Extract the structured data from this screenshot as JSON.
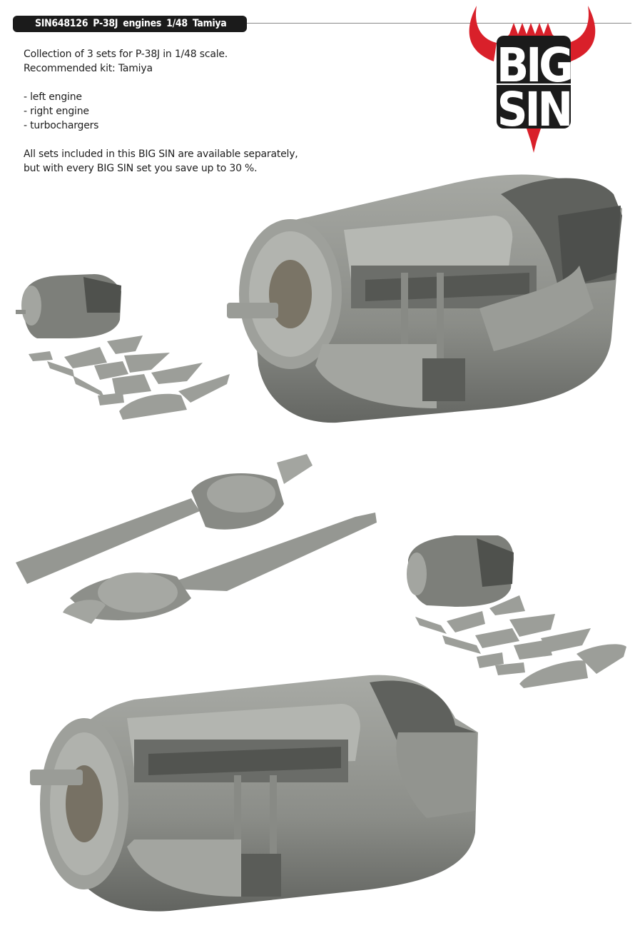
{
  "header": {
    "title": "SIN648126  P-38J engines  1/48  Tamiya",
    "code": "SIN648126",
    "product": "P-38J engines",
    "scale": "1/48",
    "kit": "Tamiya"
  },
  "description": {
    "intro_line1": "Collection of  3 sets for P-38J in 1/48 scale.",
    "intro_line2": "Recommended kit: Tamiya",
    "items": [
      "- left engine",
      "- right engine",
      "- turbochargers"
    ],
    "note_line1": "All sets included in this BIG SIN are available separately,",
    "note_line2": "but with every BIG SIN set you save up to 30 %."
  },
  "logo": {
    "text_top": "BIG",
    "text_bottom": "SIN",
    "colors": {
      "red": "#d9202a",
      "black": "#1b1b1b"
    }
  },
  "images": [
    {
      "name": "left-engine-large",
      "description": "Large 3D render of left engine nacelle"
    },
    {
      "name": "left-engine-small-with-panels",
      "description": "Small engine render with cowling panels"
    },
    {
      "name": "turbochargers",
      "description": "Pair of turbocharger assemblies"
    },
    {
      "name": "right-engine-small-with-panels",
      "description": "Small engine render with cowling panels"
    },
    {
      "name": "right-engine-large",
      "description": "Large 3D render of right engine nacelle"
    }
  ],
  "colors": {
    "render_grey": "#8d8f8a",
    "render_dark": "#5d5f5b",
    "render_light": "#b4b6b1",
    "pill": "#1b1b1b",
    "rule": "#8a8a8a"
  }
}
